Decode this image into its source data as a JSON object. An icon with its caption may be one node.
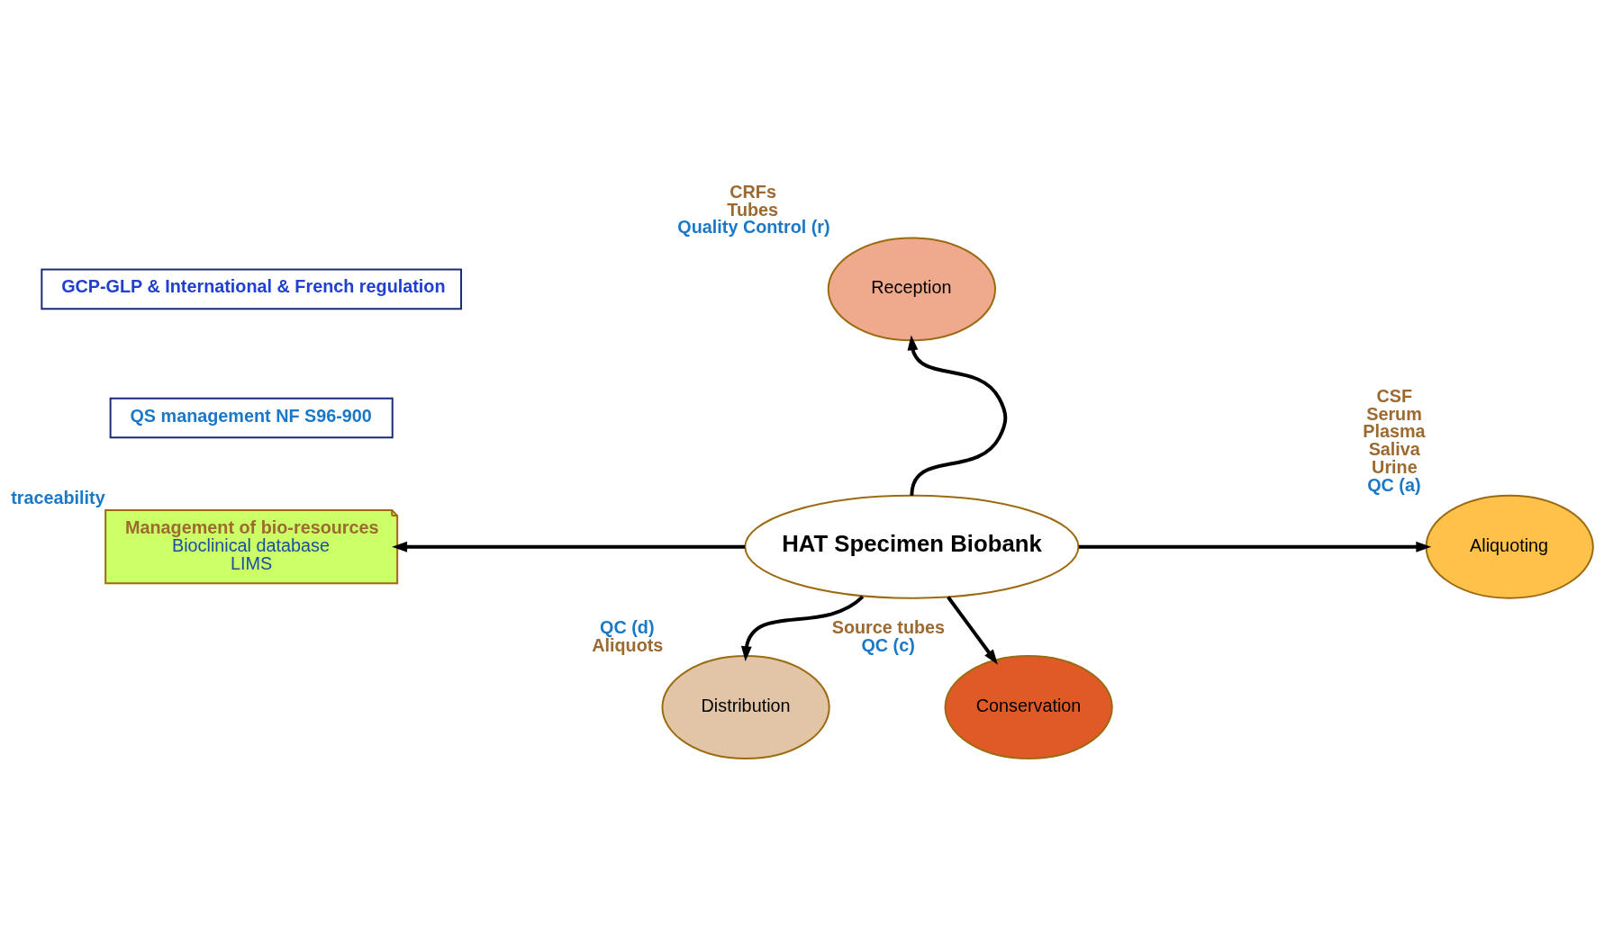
{
  "diagram": {
    "nodes": [
      {
        "text": [
          "GCP-GLP & International & French regulation"
        ]
      },
      {
        "text": [
          "QS management NF S96-900"
        ]
      },
      {
        "text": [
          "Management of bio-resources",
          "Bioclinical database",
          "LIMS"
        ],
        "beside": [
          "traceability"
        ]
      },
      {
        "text": [
          "Reception"
        ],
        "beside": [
          "CRFs",
          "Tubes",
          "Quality Control (r)"
        ]
      },
      {
        "text": [
          "HAT Specimen Biobank"
        ]
      },
      {
        "text": [
          "Aliquoting"
        ],
        "beside": [
          "CSF",
          "Serum",
          "Plasma",
          "Saliva",
          "Urine",
          "QC (a)"
        ]
      },
      {
        "text": [
          "Distribution"
        ],
        "beside": [
          "QC (d)",
          "Aliquots"
        ]
      },
      {
        "text": [
          "Conservation"
        ],
        "beside": [
          "Source tubes",
          "QC (c)"
        ]
      }
    ],
    "edges": [
      {
        "from": 4,
        "to": 3,
        "arrow": "to"
      },
      {
        "from": 4,
        "to": 2,
        "arrow": "to"
      },
      {
        "from": 4,
        "to": 5,
        "arrow": "to"
      },
      {
        "from": 4,
        "to": 6,
        "arrow": "to"
      },
      {
        "from": 4,
        "to": 7,
        "arrow": "to"
      }
    ]
  }
}
